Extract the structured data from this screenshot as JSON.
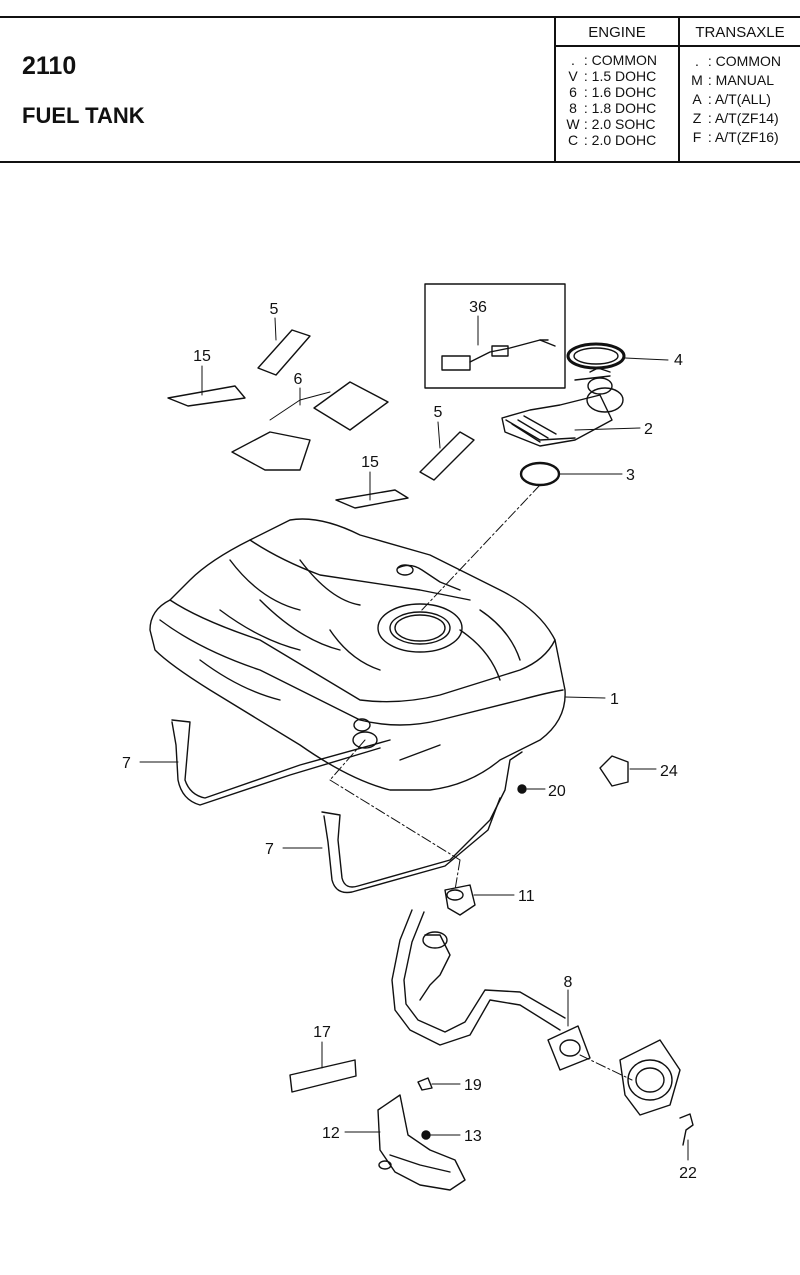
{
  "header": {
    "section_number": "2110",
    "section_title": "FUEL TANK",
    "engine": {
      "heading": "ENGINE",
      "codes": [
        {
          "code": ".",
          "label": ": COMMON"
        },
        {
          "code": "V",
          "label": ": 1.5 DOHC"
        },
        {
          "code": "6",
          "label": ": 1.6 DOHC"
        },
        {
          "code": "8",
          "label": ": 1.8 DOHC"
        },
        {
          "code": "W",
          "label": ": 2.0 SOHC"
        },
        {
          "code": "C",
          "label": ": 2.0 DOHC"
        }
      ]
    },
    "transaxle": {
      "heading": "TRANSAXLE",
      "codes": [
        {
          "code": ".",
          "label": ": COMMON"
        },
        {
          "code": "M",
          "label": ": MANUAL"
        },
        {
          "code": "A",
          "label": ": A/T(ALL)"
        },
        {
          "code": "Z",
          "label": ": A/T(ZF14)"
        },
        {
          "code": "F",
          "label": ": A/T(ZF16)"
        }
      ]
    }
  },
  "callouts": {
    "c1": "1",
    "c2": "2",
    "c3": "3",
    "c4": "4",
    "c5a": "5",
    "c5b": "5",
    "c6": "6",
    "c7a": "7",
    "c7b": "7",
    "c8": "8",
    "c11": "11",
    "c12": "12",
    "c13": "13",
    "c15a": "15",
    "c15b": "15",
    "c17": "17",
    "c19": "19",
    "c20": "20",
    "c22": "22",
    "c24": "24",
    "c36": "36"
  }
}
